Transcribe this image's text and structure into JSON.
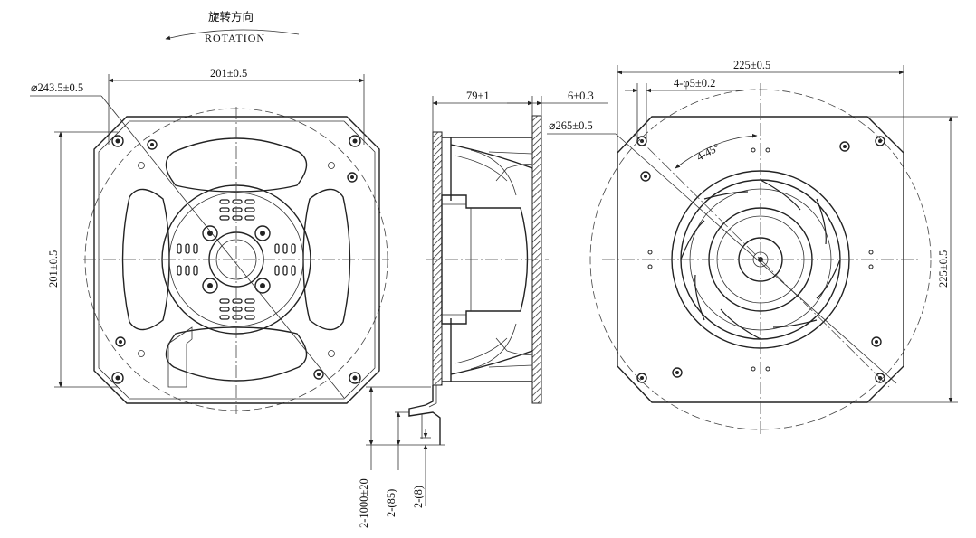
{
  "rotation": {
    "label_cn": "旋转方向",
    "label_en": "ROTATION"
  },
  "front_view": {
    "width_dim": "201±0.5",
    "height_dim": "201±0.5",
    "diameter_dim": "⌀243.5±0.5"
  },
  "side_view": {
    "depth_dim": "79±1",
    "flange_dim": "6±0.3",
    "diameter_dim": "⌀265±0.5",
    "lead_length": "2-1000±20",
    "strip_85": "2-(85)",
    "strip_8": "2-(8)"
  },
  "rear_view": {
    "width_dim": "225±0.5",
    "height_dim": "225±0.5",
    "holes_dim": "4-φ5±0.2",
    "angle_dim": "4-45°"
  }
}
